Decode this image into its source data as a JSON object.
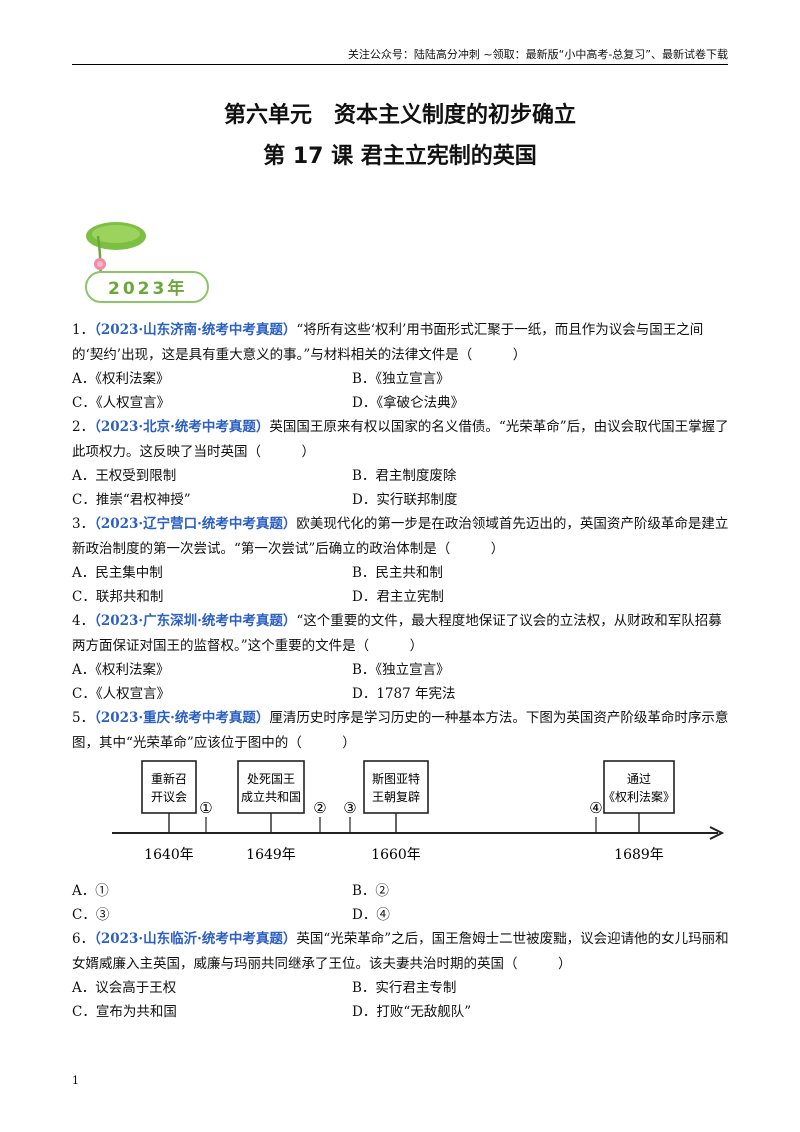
{
  "header": {
    "text": "关注公众号：陆陆高分冲刺  ~领取：最新版“小中高考-总复习”、最新试卷下载"
  },
  "title": {
    "unit": "第六单元　资本主义制度的初步确立",
    "lesson": "第 17 课  君主立宪制的英国"
  },
  "badge": {
    "year": "2023年"
  },
  "questions": [
    {
      "num": "1．",
      "source": "（2023·山东济南·统考中考真题）",
      "text": "“将所有这些‘权利’用书面形式汇聚于一纸，而且作为议会与国王之间的‘契约’出现，这是具有重大意义的事。”与材料相关的法律文件是（　　　）",
      "options": [
        "A．《权利法案》",
        "B．《独立宣言》",
        "C．《人权宣言》",
        "D．《拿破仑法典》"
      ]
    },
    {
      "num": "2．",
      "source": "（2023·北京·统考中考真题）",
      "text": "英国国王原来有权以国家的名义借债。“光荣革命”后，由议会取代国王掌握了此项权力。这反映了当时英国（　　　）",
      "options": [
        "A．王权受到限制",
        "B．君主制度废除",
        "C．推崇“君权神授”",
        "D．实行联邦制度"
      ]
    },
    {
      "num": "3．",
      "source": "（2023·辽宁营口·统考中考真题）",
      "text": "欧美现代化的第一步是在政治领域首先迈出的，英国资产阶级革命是建立新政治制度的第一次尝试。“第一次尝试”后确立的政治体制是（　　　）",
      "options": [
        "A．民主集中制",
        "B．民主共和制",
        "C．联邦共和制",
        "D．君主立宪制"
      ]
    },
    {
      "num": "4．",
      "source": "（2023·广东深圳·统考中考真题）",
      "text": "“这个重要的文件，最大程度地保证了议会的立法权，从财政和军队招募两方面保证对国王的监督权。”这个重要的文件是（　　　）",
      "options": [
        "A．《权利法案》",
        "B．《独立宣言》",
        "C．《人权宣言》",
        "D．1787 年宪法"
      ]
    },
    {
      "num": "5．",
      "source": "（2023·重庆·统考中考真题）",
      "text": "厘清历史时序是学习历史的一种基本方法。下图为英国资产阶级革命时序示意图，其中“光荣革命”应该位于图中的（　　　）",
      "options": [
        "A．①",
        "B．②",
        "C．③",
        "D．④"
      ]
    },
    {
      "num": "6．",
      "source": "（2023·山东临沂·统考中考真题）",
      "text": "英国“光荣革命”之后，国王詹姆士二世被废黜，议会迎请他的女儿玛丽和女婿威廉入主英国，威廉与玛丽共同继承了王位。该夫妻共治时期的英国（　　　）",
      "options": [
        "A．议会高于王权",
        "B．实行君主专制",
        "C．宣布为共和国",
        "D．打败“无敌舰队”"
      ]
    }
  ],
  "timeline": {
    "boxes": [
      {
        "line1": "重新召",
        "line2": "开议会"
      },
      {
        "line1": "处死国王",
        "line2": "成立共和国"
      },
      {
        "line1": "斯图亚特",
        "line2": "王朝复辟"
      },
      {
        "line1": "通过",
        "line2": "《权利法案》"
      }
    ],
    "years": [
      "1640年",
      "1649年",
      "1660年",
      "1689年"
    ],
    "markers": [
      "①",
      "②",
      "③",
      "④"
    ]
  },
  "page_number": "1"
}
